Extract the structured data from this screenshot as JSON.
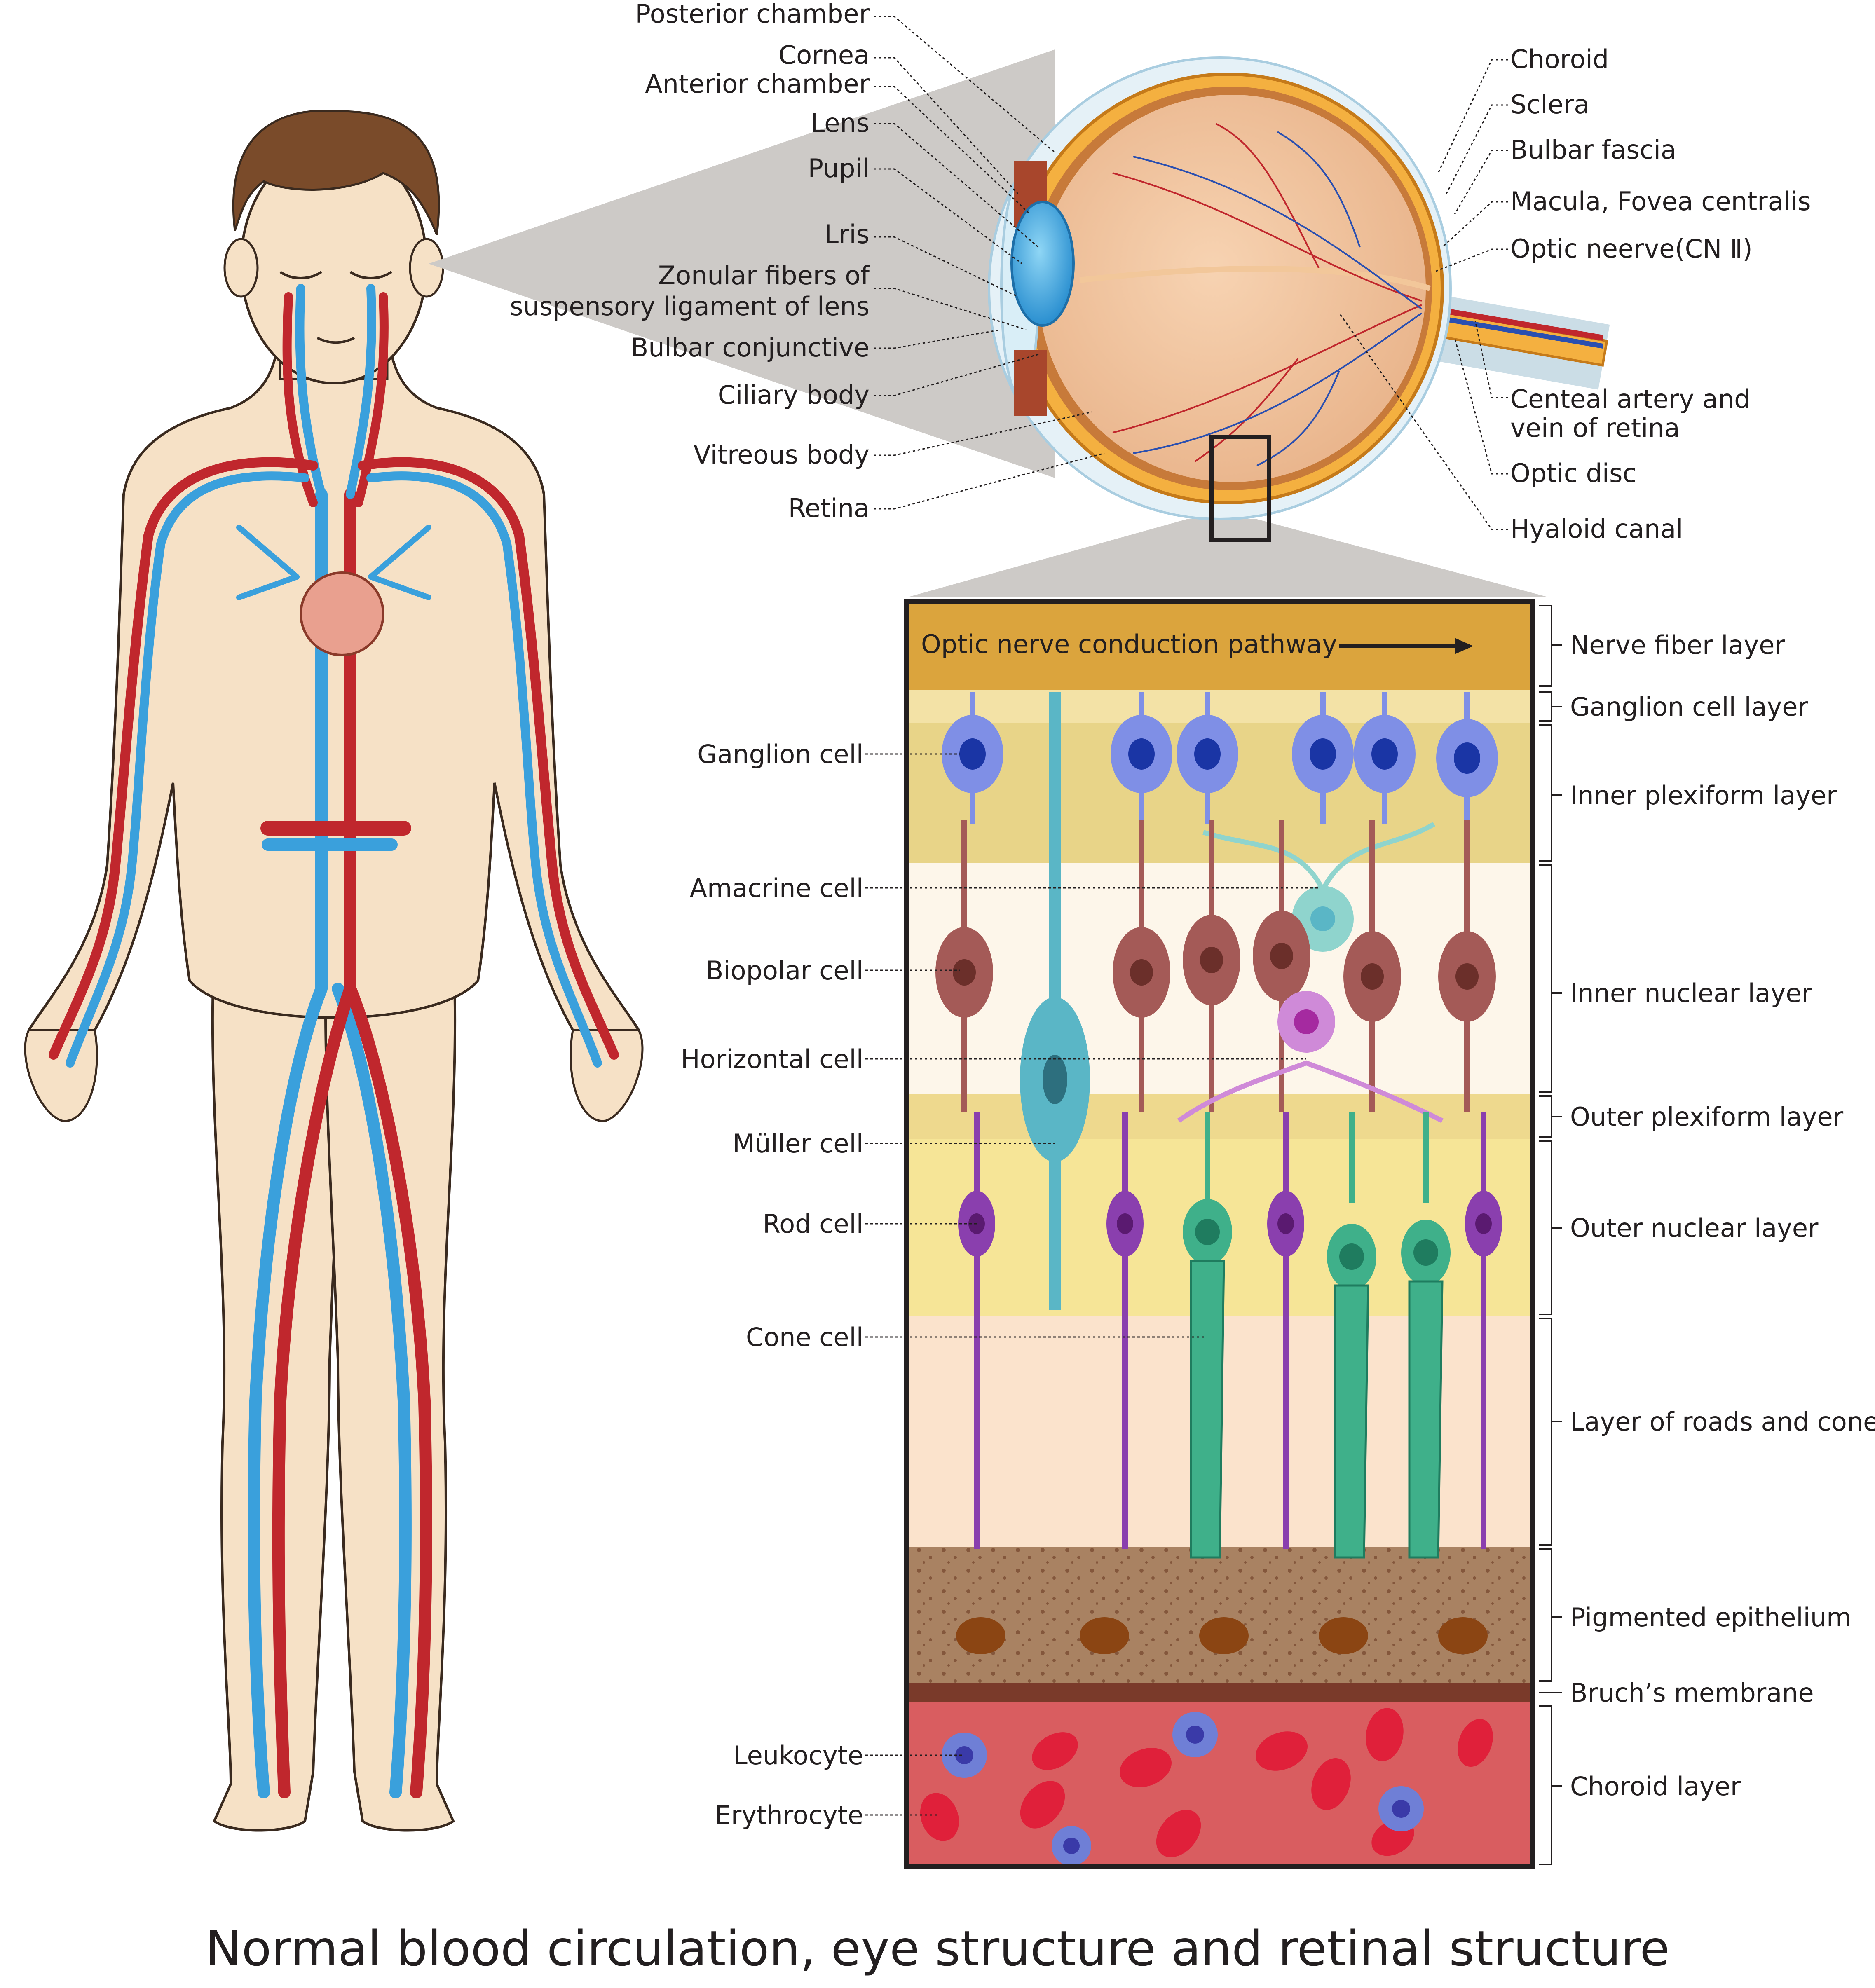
{
  "title": "Normal blood circulation, eye structure and retinal structure",
  "eye_labels_left": {
    "posterior_chamber": "Posterior chamber",
    "cornea": "Cornea",
    "anterior_chamber": "Anterior chamber",
    "lens": "Lens",
    "pupil": "Pupil",
    "iris": "Lris",
    "zonular_1": "Zonular fibers of",
    "zonular_2": "suspensory  ligament of lens",
    "bulbar_conjunctive": "Bulbar conjunctive",
    "ciliary_body": "Ciliary body",
    "vitreous_body": "Vitreous body",
    "retina": "Retina"
  },
  "eye_labels_right": {
    "choroid": "Choroid",
    "sclera": "Sclera",
    "bulbar_fascia": "Bulbar fascia",
    "macula": "Macula, Fovea centralis",
    "optic_nerve": "Optic neerve(CN Ⅱ)",
    "central_artery_1": "Centeal artery and",
    "central_artery_2": "vein of retina",
    "optic_disc": "Optic disc",
    "hyaloid_canal": "Hyaloid canal"
  },
  "retina_panel": {
    "pathway": "Optic nerve conduction pathway"
  },
  "cell_labels": {
    "ganglion": "Ganglion cell",
    "amacrine": "Amacrine cell",
    "bipolar": "Biopolar cell",
    "horizontal": "Horizontal cell",
    "muller": "Müller cell",
    "rod": "Rod cell",
    "cone": "Cone cell",
    "leukocyte": "Leukocyte",
    "erythrocyte": "Erythrocyte"
  },
  "layer_labels": {
    "nerve_fiber": "Nerve fiber layer",
    "ganglion_cell": "Ganglion cell layer",
    "inner_plexiform": "Inner plexiform layer",
    "inner_nuclear": "Inner nuclear layer",
    "outer_plexiform": "Outer plexiform layer",
    "outer_nuclear": "Outer nuclear layer",
    "rods_cones": "Layer of roads and cones",
    "pigmented": "Pigmented epithelium",
    "bruch": "Bruch’s membrane",
    "choroid": "Choroid layer"
  },
  "colors": {
    "artery": "#c0272d",
    "vein": "#3aa0dc",
    "skin": "#f6e1c6",
    "hair": "#7a4b2a",
    "nerve_fiber": "#dba43d",
    "ganglion_layer": "#f3e2a6",
    "inner_nuclear_bg": "#fdf6ea",
    "outer_nuclear_bg": "#f6e597",
    "rods_bg": "#fbe3cc",
    "pigmented": "#a98262",
    "bruch": "#7a3a2a",
    "choroid": "#d95d60",
    "ganglion_cell": "#7f8fe6",
    "bipolar_cell": "#a45a57",
    "muller_cell": "#5ab6c6",
    "rod_cell": "#8a3fae",
    "cone_cell": "#3fb08a",
    "horizontal_cell": "#cf8ad8",
    "amacrine_cell": "#8fd4cd"
  }
}
